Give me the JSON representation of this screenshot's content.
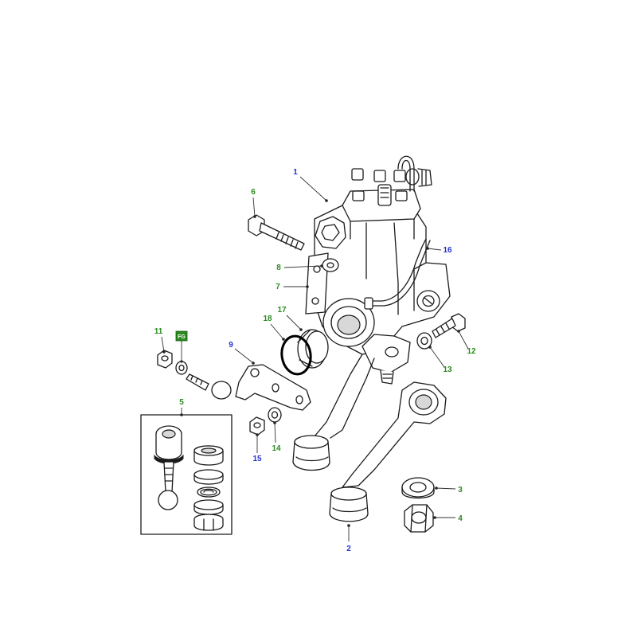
{
  "colors": {
    "callout_green": "#2a8a1e",
    "callout_blue": "#2233cc",
    "line": "#1a1a1a",
    "badge_bg": "#2a8a1e"
  },
  "badge": {
    "text": "FG"
  },
  "callouts": [
    {
      "key": "c1",
      "label": "1",
      "color": "blue"
    },
    {
      "key": "c2",
      "label": "2",
      "color": "blue"
    },
    {
      "key": "c3",
      "label": "3",
      "color": "green"
    },
    {
      "key": "c4",
      "label": "4",
      "color": "green"
    },
    {
      "key": "c5",
      "label": "5",
      "color": "green"
    },
    {
      "key": "c6",
      "label": "6",
      "color": "green"
    },
    {
      "key": "c7",
      "label": "7",
      "color": "green"
    },
    {
      "key": "c8",
      "label": "8",
      "color": "green"
    },
    {
      "key": "c9",
      "label": "9",
      "color": "blue"
    },
    {
      "key": "c11",
      "label": "11",
      "color": "green"
    },
    {
      "key": "c12",
      "label": "12",
      "color": "green"
    },
    {
      "key": "c13",
      "label": "13",
      "color": "green"
    },
    {
      "key": "c14",
      "label": "14",
      "color": "green"
    },
    {
      "key": "c15",
      "label": "15",
      "color": "blue"
    },
    {
      "key": "c16",
      "label": "16",
      "color": "blue"
    },
    {
      "key": "c17",
      "label": "17",
      "color": "green"
    },
    {
      "key": "c18",
      "label": "18",
      "color": "green"
    }
  ]
}
